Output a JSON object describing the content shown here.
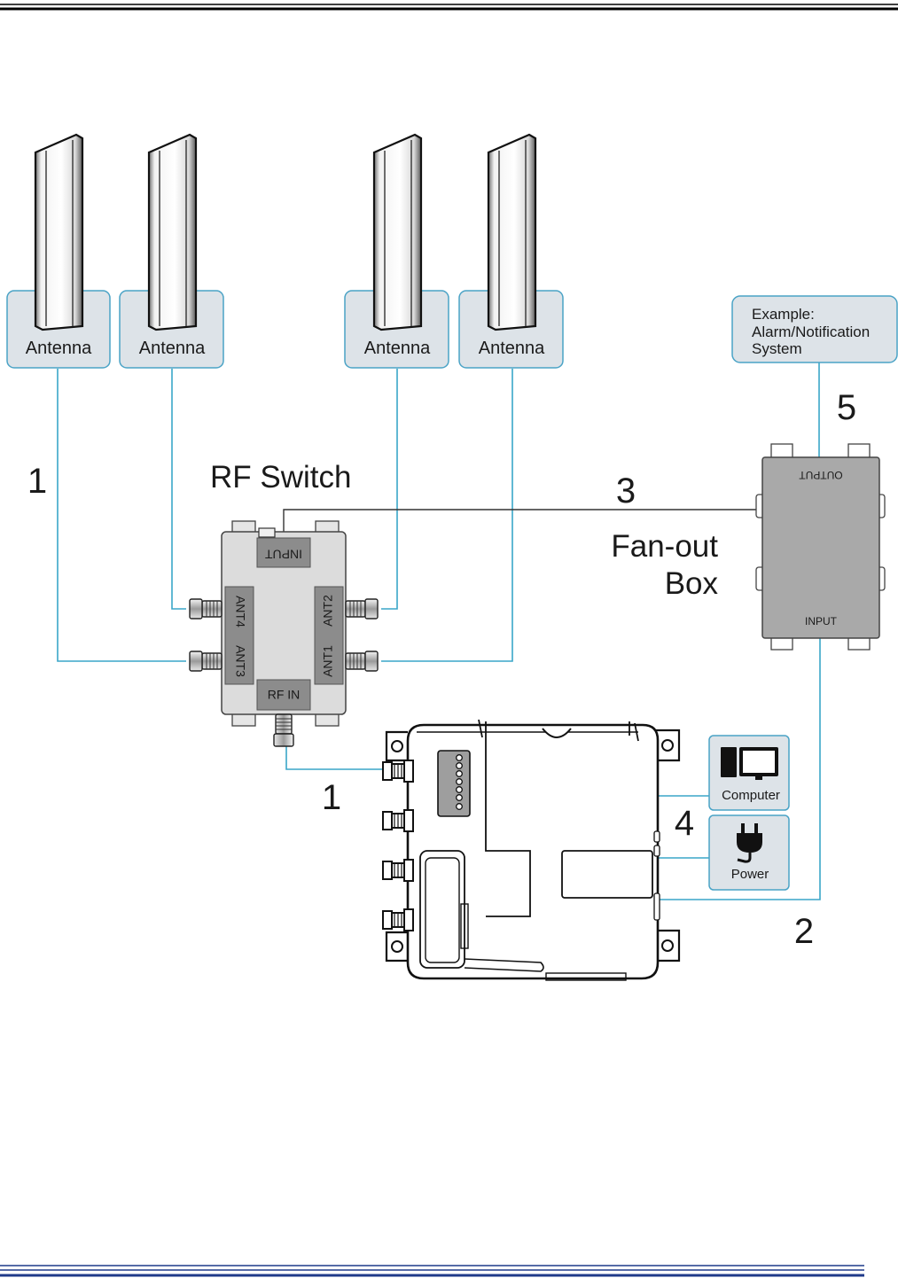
{
  "antennas": [
    {
      "label": "Antenna"
    },
    {
      "label": "Antenna"
    },
    {
      "label": "Antenna"
    },
    {
      "label": "Antenna"
    }
  ],
  "rf_switch": {
    "title": "RF Switch",
    "input_label": "INPUT",
    "rf_in_label": "RF IN",
    "port_labels": {
      "ant1": "ANT1",
      "ant2": "ANT2",
      "ant3": "ANT3",
      "ant4": "ANT4"
    }
  },
  "fanout_box": {
    "title_line1": "Fan-out",
    "title_line2": "Box",
    "output_label": "OUTPUT",
    "input_label": "INPUT"
  },
  "notification": {
    "line1": "Example:",
    "line2": "Alarm/Notification",
    "line3": "System"
  },
  "peripherals": {
    "computer_label": "Computer",
    "power_label": "Power"
  },
  "cable_numbers": {
    "antenna_cables": "1",
    "reader_cable": "1",
    "gpio_cable": "2",
    "switch_control_cable": "3",
    "computer_power_cables": "4",
    "output_cable": "5"
  },
  "colors": {
    "cable": "#3aa6c8",
    "label_box_fill": "#dde3e8",
    "label_box_stroke": "#4aa3c6",
    "device_fill": "#dcdcdc",
    "fanout_fill": "#a9a9a9",
    "port_label_fill": "#8c8c8c"
  }
}
